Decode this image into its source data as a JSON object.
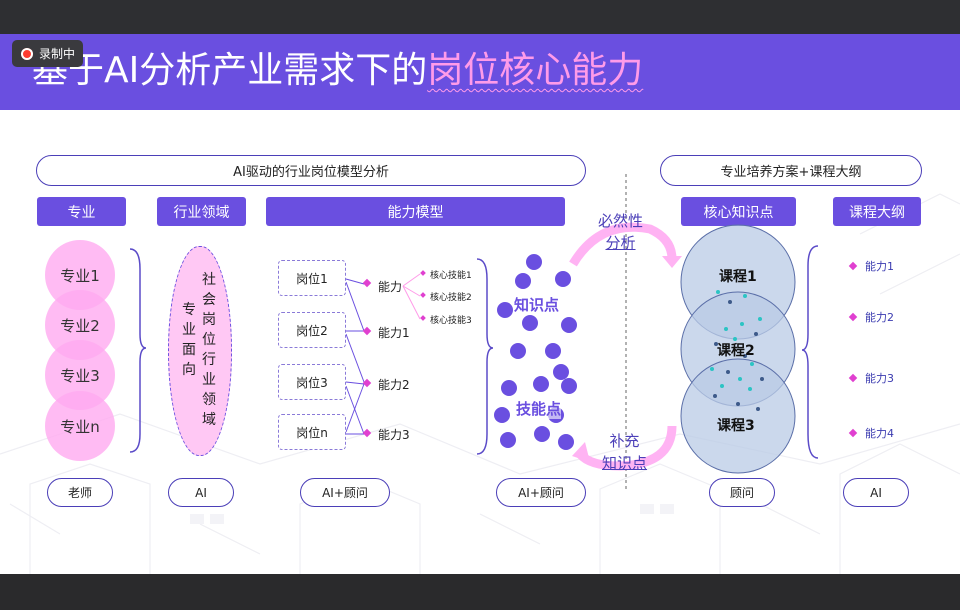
{
  "recording": {
    "label": "录制中"
  },
  "title": {
    "main": "基于AI分析产业需求下的",
    "highlight": "岗位核心能力"
  },
  "sections": {
    "left_header": "AI驱动的行业岗位模型分析",
    "right_header": "专业培养方案+课程大纲"
  },
  "columns": {
    "major": "专业",
    "industry": "行业领域",
    "ability_model": "能力模型",
    "core_knowledge": "核心知识点",
    "syllabus": "课程大纲"
  },
  "majors": [
    "专业1",
    "专业2",
    "专业3",
    "专业n"
  ],
  "industry_text": {
    "col1": [
      "专",
      "业",
      "面",
      "向"
    ],
    "col2": [
      "社",
      "会",
      "岗",
      "位",
      "行",
      "业",
      "领",
      "域"
    ]
  },
  "posts": [
    "岗位1",
    "岗位2",
    "岗位3",
    "岗位n"
  ],
  "abilities": [
    "能力",
    "能力1",
    "能力2",
    "能力3"
  ],
  "skills": [
    "核心技能1",
    "核心技能2",
    "核心技能3"
  ],
  "knowledge_labels": {
    "knowledge": "知识点",
    "skill": "技能点"
  },
  "arc_labels": {
    "top": [
      "必然性",
      "分析"
    ],
    "bottom": [
      "补充",
      "知识点"
    ]
  },
  "courses": [
    "课程1",
    "课程2",
    "课程3"
  ],
  "syllabus_items": [
    "能力1",
    "能力2",
    "能力3",
    "能力4"
  ],
  "roles": [
    "老师",
    "AI",
    "AI+顾问",
    "AI+顾问",
    "顾问",
    "AI"
  ],
  "colors": {
    "accent": "#6a4fe0",
    "pink": "#ff9be9",
    "pink_fill": "#ffb3f3",
    "course_fill": "#b9cbe6"
  }
}
